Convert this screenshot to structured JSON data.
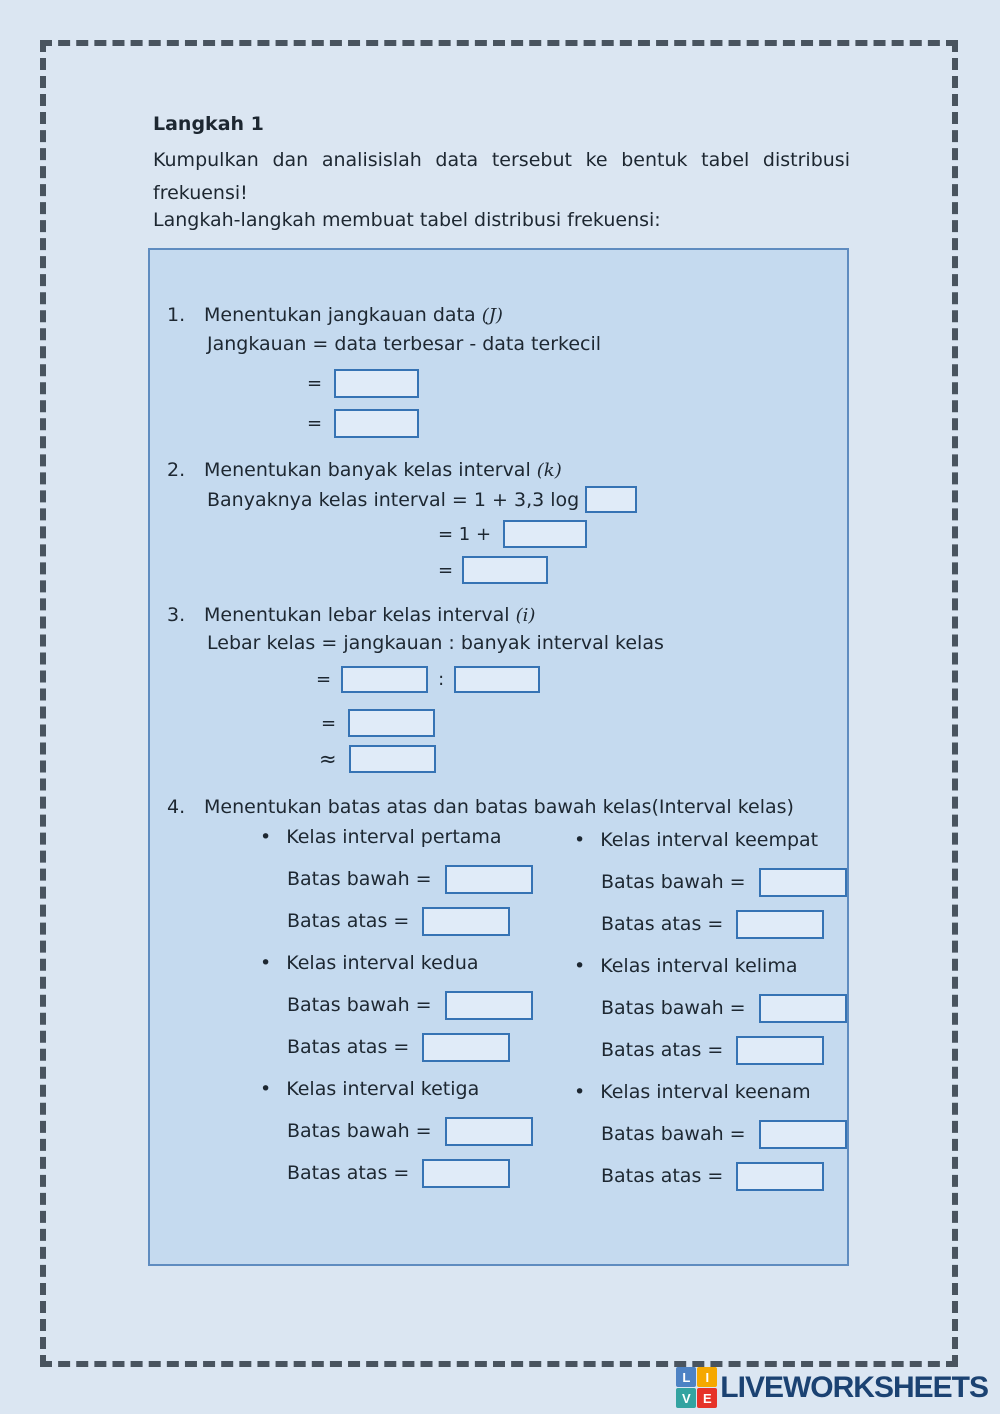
{
  "colors": {
    "page_bg": "#dbe6f2",
    "panel_bg": "#c5daef",
    "panel_border": "#5f8cc0",
    "input_bg": "#e0ebf8",
    "input_border": "#3673b4",
    "dashed_border": "#49545f",
    "text": "#1d2731",
    "brand_navy": "#1b4272"
  },
  "header": {
    "title": "Langkah 1",
    "intro_line1": "Kumpulkan dan analisislah data tersebut ke bentuk tabel distribusi",
    "intro_line2": "frekuensi!",
    "subtitle": "Langkah-langkah membuat tabel distribusi frekuensi:"
  },
  "steps": {
    "step1": {
      "number": "1.",
      "title": "Menentukan jangkauan data",
      "symbol": "(J)",
      "formula": "Jangkauan = data terbesar - data terkecil",
      "row1_sign": "=",
      "row2_sign": "="
    },
    "step2": {
      "number": "2.",
      "title": "Menentukan banyak kelas interval",
      "symbol": "(k)",
      "formula_prefix": "Banyaknya kelas interval = 1 + 3,3 log",
      "row2_prefix": "= 1 +",
      "row3_sign": "="
    },
    "step3": {
      "number": "3.",
      "title": "Menentukan lebar kelas interval",
      "symbol": "(i)",
      "formula": "Lebar kelas = jangkauan : banyak interval kelas",
      "row1_sign": "=",
      "row1_sep": ":",
      "row2_sign": "=",
      "row3_sign": "≈"
    },
    "step4": {
      "number": "4.",
      "title": "Menentukan batas atas dan batas bawah kelas(Interval kelas)",
      "bullet": "•",
      "lower_label": "Batas bawah =",
      "upper_label": "Batas atas =",
      "classes": [
        {
          "title": "Kelas interval pertama"
        },
        {
          "title": "Kelas interval kedua"
        },
        {
          "title": "Kelas interval ketiga"
        },
        {
          "title": "Kelas interval keempat"
        },
        {
          "title": "Kelas interval kelima"
        },
        {
          "title": "Kelas interval keenam"
        }
      ]
    }
  },
  "footer": {
    "brand": "LIVEWORKSHEETS",
    "logo_tiles": [
      {
        "letter": "L",
        "color": "#4d82c4"
      },
      {
        "letter": "I",
        "color": "#f5a800"
      },
      {
        "letter": "V",
        "color": "#33a3a1"
      },
      {
        "letter": "E",
        "color": "#e63329"
      }
    ]
  }
}
